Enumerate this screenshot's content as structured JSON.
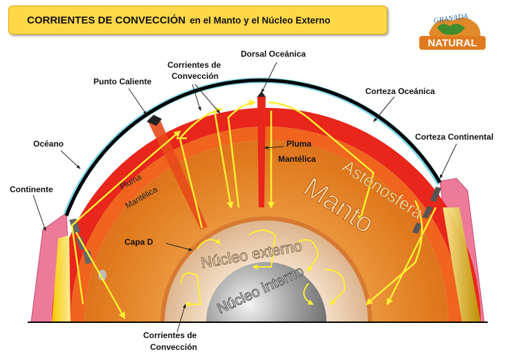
{
  "title": {
    "main": "CORRIENTES DE CONVECCIÓN",
    "sub": "en el Manto y el Núcleo Externo"
  },
  "logo": {
    "top": "GRANADA",
    "bottom": "NATURAL"
  },
  "labels": {
    "dorsal": "Dorsal Oceánica",
    "corrientes_top_1": "Corrientes de",
    "corrientes_top_2": "Convección",
    "punto_caliente": "Punto Caliente",
    "corteza_oceanica": "Corteza Oceánica",
    "corteza_continental": "Corteza Continental",
    "oceano": "Océano",
    "continente": "Continente",
    "pluma_right_1": "Pluma",
    "pluma_right_2": "Mantélica",
    "pluma_left_1": "Pluma",
    "pluma_left_2": "Mantélica",
    "capa_d": "Capa D",
    "astenosfera": "Astenosfera",
    "manto": "Manto",
    "nucleo_externo": "Núcleo externo",
    "nucleo_interno": "Núcleo interno",
    "corrientes_bottom_1": "Corrientes de",
    "corrientes_bottom_2": "Convección"
  },
  "colors": {
    "title_bg": "#ffd84a",
    "ocean": "#7fd6ec",
    "crust": "#000000",
    "asthenosphere_red": "#e8261b",
    "mantle": "#e07a1e",
    "outer_core": "#e8c9a8",
    "inner_core": "#9a9a9a",
    "continent": "#ee7a9a",
    "arrows": "#ffee33"
  }
}
